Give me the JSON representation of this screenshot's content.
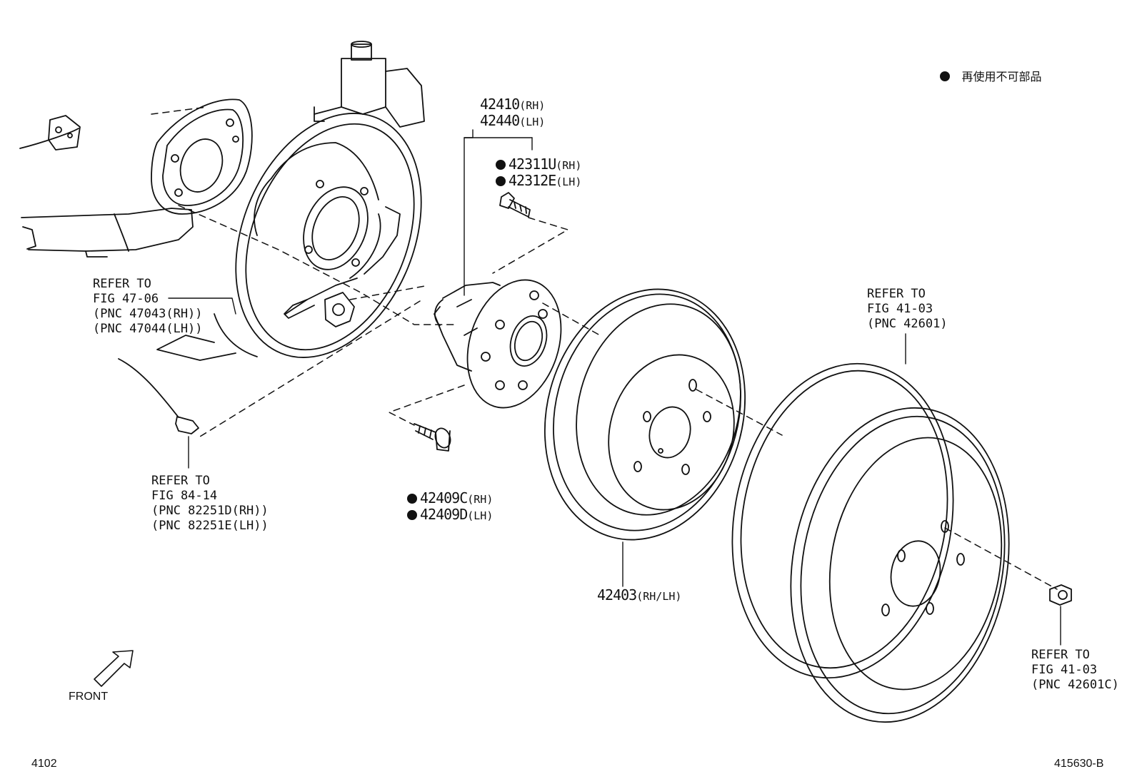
{
  "legend": {
    "text": "再使用不可部品"
  },
  "hub_assembly": {
    "pn_rh": "42410",
    "sfx_rh": "(RH)",
    "pn_lh": "42440",
    "sfx_lh": "(LH)"
  },
  "hub_bolt": {
    "pn_rh": "42311U",
    "sfx_rh": "(RH)",
    "pn_lh": "42312E",
    "sfx_lh": "(LH)"
  },
  "hub_mount_bolt": {
    "pn_rh": "42409C",
    "sfx_rh": "(RH)",
    "pn_lh": "42409D",
    "sfx_lh": "(LH)"
  },
  "brake_drum": {
    "pn": "42403",
    "sfx": "(RH/LH)"
  },
  "ref_backing_plate": [
    "REFER TO",
    "FIG 47-06",
    "(PNC 47043(RH))",
    "(PNC 47044(LH))"
  ],
  "ref_speed_sensor": [
    "REFER TO",
    "FIG 84-14",
    "(PNC 82251D(RH))",
    "(PNC 82251E(LH))"
  ],
  "ref_wheel": [
    "REFER TO",
    "FIG 41-03",
    "(PNC 42601)"
  ],
  "ref_wheel_nut": [
    "REFER TO",
    "FIG 41-03",
    "(PNC 42601C)"
  ],
  "front_label": "FRONT",
  "page_code": "4102",
  "figure_code": "415630-B"
}
